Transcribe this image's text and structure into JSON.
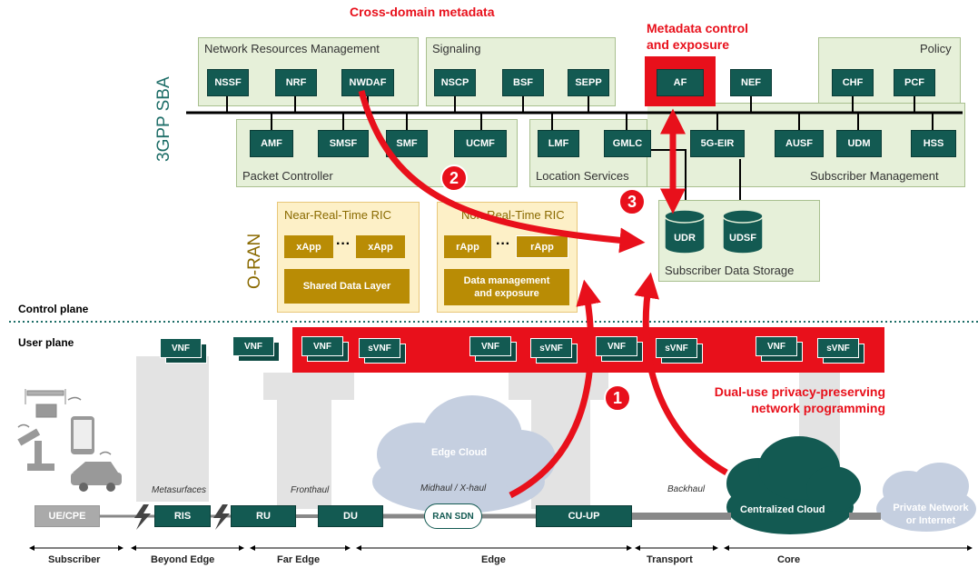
{
  "labels": {
    "cross_domain": "Cross-domain metadata",
    "metadata_control_1": "Metadata control",
    "metadata_control_2": "and exposure",
    "sba": "3GPP SBA",
    "oran": "O-RAN",
    "control_plane": "Control plane",
    "user_plane": "User plane",
    "dual_use_1": "Dual-use privacy-preserving",
    "dual_use_2": "network programming"
  },
  "groups": {
    "nrm": "Network Resources Management",
    "signaling": "Signaling",
    "policy": "Policy",
    "packet": "Packet Controller",
    "location": "Location Services",
    "subscriber_mgmt": "Subscriber Management",
    "storage": "Subscriber Data Storage"
  },
  "nfs": {
    "nssf": "NSSF",
    "nrf": "NRF",
    "nwdaf": "NWDAF",
    "nscp": "NSCP",
    "bsf": "BSF",
    "sepp": "SEPP",
    "af": "AF",
    "nef": "NEF",
    "chf": "CHF",
    "pcf": "PCF",
    "amf": "AMF",
    "smsf": "SMSF",
    "smf": "SMF",
    "ucmf": "UCMF",
    "lmf": "LMF",
    "gmlc": "GMLC",
    "eir": "5G-EIR",
    "ausf": "AUSF",
    "udm": "UDM",
    "hss": "HSS",
    "udr": "UDR",
    "udsf": "UDSF"
  },
  "ric": {
    "near_title": "Near-Real-Time RIC",
    "non_title": "Non-Real-Time RIC",
    "xapp": "xApp",
    "rapp": "rApp",
    "dots": "···",
    "shared": "Shared Data Layer",
    "data_mgmt_1": "Data management",
    "data_mgmt_2": "and exposure"
  },
  "vnf": {
    "vnf": "VNF",
    "svnf": "sVNF"
  },
  "badges": {
    "one": "1",
    "two": "2",
    "three": "3"
  },
  "infra": {
    "edge_cloud": "Edge Cloud",
    "ue": "UE/CPE",
    "ris": "RIS",
    "ru": "RU",
    "du": "DU",
    "ran_sdn": "RAN SDN",
    "cuup": "CU-UP",
    "central_cloud": "Centralized Cloud",
    "private_1": "Private Network",
    "private_2": "or Internet",
    "metasurfaces": "Metasurfaces",
    "fronthaul": "Fronthaul",
    "midhaul": "Midhaul / X-haul",
    "backhaul": "Backhaul"
  },
  "segments": {
    "subscriber": "Subscriber",
    "beyond_edge": "Beyond Edge",
    "far_edge": "Far Edge",
    "edge": "Edge",
    "transport": "Transport",
    "core": "Core"
  },
  "colors": {
    "nf_green": "#135a52",
    "group_bg": "#e6f0d9",
    "accent_red": "#e8101b",
    "gold": "#b98c05",
    "ric_bg": "#fdf0c7"
  }
}
